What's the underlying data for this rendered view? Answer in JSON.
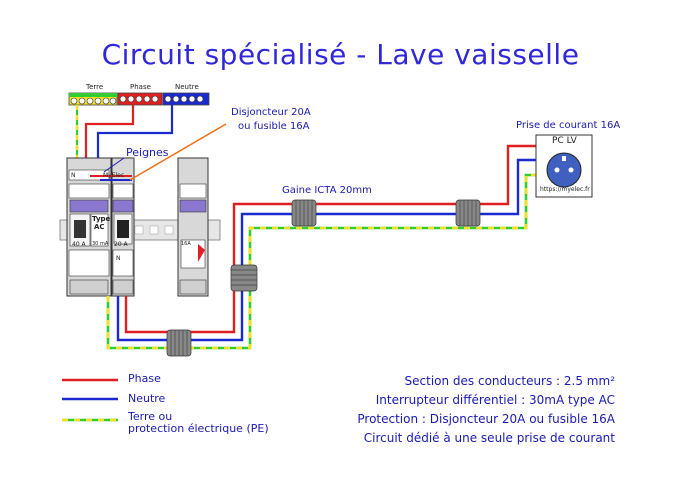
{
  "title": "Circuit spécialisé - Lave vaisselle",
  "bars": {
    "terre": "Terre",
    "phase": "Phase",
    "neutre": "Neutre"
  },
  "labels": {
    "peignes": "Peignes",
    "disjoncteur": "Disjoncteur 20A",
    "disjoncteur2": "ou fusible 16A",
    "gaine": "Gaine ICTA 20mm",
    "prise": "Prise de courant 16A",
    "pc": "PC LV",
    "site": "https://myelec.fr",
    "myelec": "MyElec",
    "rcd_type": "Type",
    "rcd_ac": "AC",
    "rcd_rating": "40 A",
    "rcd_ma": "30 mA",
    "cb_rating": "20 A",
    "cb_right": "16A",
    "n": "N"
  },
  "legend": [
    {
      "name": "Phase",
      "color": "#e02020"
    },
    {
      "name": "Neutre",
      "color": "#1a2ad0"
    },
    {
      "name": "Terre ou",
      "name2": "protection électrique (PE)",
      "color": "#33cc33",
      "color2": "#f0e020"
    }
  ],
  "notes": [
    "Section des conducteurs : 2.5 mm²",
    "Interrupteur différentiel : 30mA type AC",
    "Protection : Disjoncteur 20A ou fusible 16A",
    "Circuit dédié à une seule prise de courant"
  ],
  "colors": {
    "title": "#2f27d8",
    "phase": "#e02020",
    "neutre": "#1a2ad0",
    "terre": "#33cc33",
    "terre2": "#f0e020",
    "orange": "#f07010"
  }
}
